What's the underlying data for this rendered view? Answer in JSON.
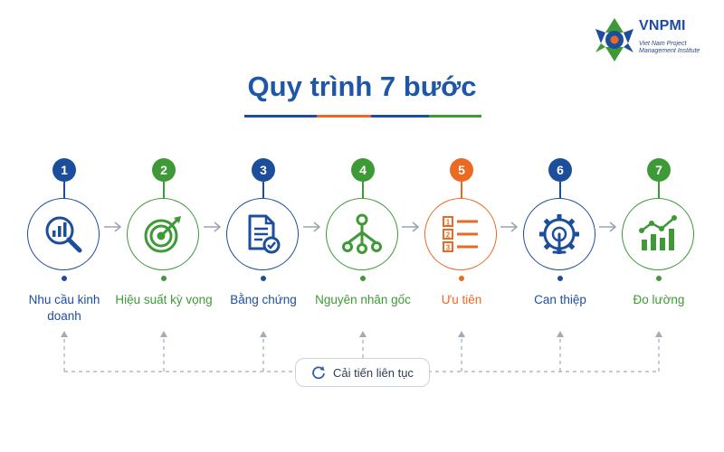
{
  "logo": {
    "name": "VNPMI",
    "subtitle": "Viet Nam Project Management Institute"
  },
  "title": "Quy trình 7 bước",
  "colors": {
    "navy": "#1c4e9c",
    "green": "#3d9a36",
    "orange": "#ea6a24",
    "gray": "#9aa3ad"
  },
  "steps": [
    {
      "number": "1",
      "label": "Nhu cầu kinh doanh",
      "color": "#1c4e9c",
      "icon": "magnifier-chart-icon"
    },
    {
      "number": "2",
      "label": "Hiệu suất kỳ vọng",
      "color": "#3d9a36",
      "icon": "target-icon"
    },
    {
      "number": "3",
      "label": "Bằng chứng",
      "color": "#1c4e9c",
      "icon": "document-check-icon"
    },
    {
      "number": "4",
      "label": "Nguyên nhân gốc",
      "color": "#3d9a36",
      "icon": "root-tree-icon"
    },
    {
      "number": "5",
      "label": "Ưu tiên",
      "color": "#ea6a24",
      "icon": "priority-list-icon"
    },
    {
      "number": "6",
      "label": "Can thiệp",
      "color": "#1c4e9c",
      "icon": "gear-hand-icon"
    },
    {
      "number": "7",
      "label": "Đo lường",
      "color": "#3d9a36",
      "icon": "growth-chart-icon"
    }
  ],
  "loop": {
    "label": "Cải tiến liên tục",
    "icon": "cycle-icon"
  }
}
